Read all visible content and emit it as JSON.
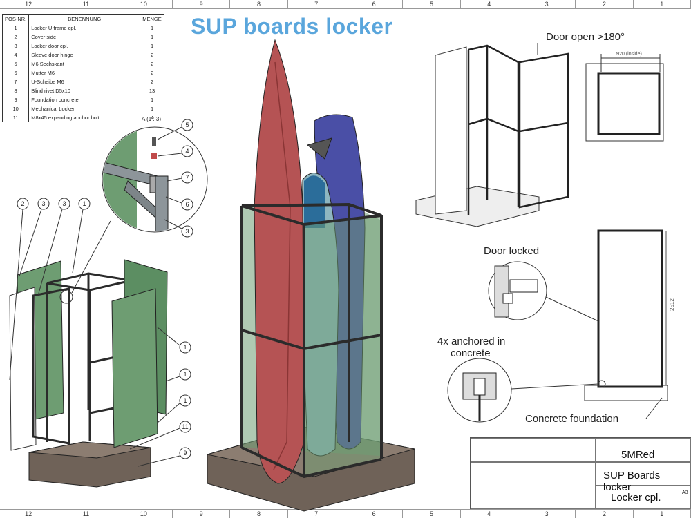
{
  "zones_top": [
    "12",
    "11",
    "10",
    "9",
    "8",
    "7",
    "6",
    "5",
    "4",
    "3",
    "2",
    "1"
  ],
  "zones_bottom": [
    "12",
    "11",
    "10",
    "9",
    "8",
    "7",
    "6",
    "5",
    "4",
    "3",
    "2",
    "1"
  ],
  "title": "SUP boards locker",
  "bom": {
    "headers": [
      "POS-NR.",
      "BENENNUNG",
      "MENGE"
    ],
    "rows": [
      [
        "1",
        "Locker U frame cpl.",
        "1"
      ],
      [
        "2",
        "Cover side",
        "1"
      ],
      [
        "3",
        "Locker door cpl.",
        "1"
      ],
      [
        "4",
        "Sleeve door hinge",
        "2"
      ],
      [
        "5",
        "M6 Sechskant",
        "2"
      ],
      [
        "6",
        "Mutter M6",
        "2"
      ],
      [
        "7",
        "U-Scheibe M6",
        "2"
      ],
      [
        "8",
        "Blind rivet D5x10",
        "13"
      ],
      [
        "9",
        "Foundation concrete",
        "1"
      ],
      [
        "10",
        "Mechanical Locker",
        "1"
      ],
      [
        "11",
        "M8x45 expanding anchor bolt",
        "4"
      ]
    ]
  },
  "labels": {
    "door_open": "Door open >180°",
    "door_locked": "Door locked",
    "anchored": "4x anchored in",
    "anchored2": "concrete",
    "foundation": "Concrete foundation",
    "detail": "A (1 : 3)",
    "dim_inside": "□920 (inside)",
    "dim_height": "2512"
  },
  "balloons": {
    "b5": "5",
    "b4": "4",
    "b7": "7",
    "b6": "6",
    "b3a": "3",
    "b2": "2",
    "b3b": "3",
    "b3c": "3",
    "b1a": "1",
    "b1b": "1",
    "b1c": "1",
    "b1d": "1",
    "b11": "11",
    "b9": "9"
  },
  "title_block": {
    "company": "5MRed",
    "name": "SUP Boards locker",
    "part": "Locker cpl.",
    "size": "A3"
  }
}
